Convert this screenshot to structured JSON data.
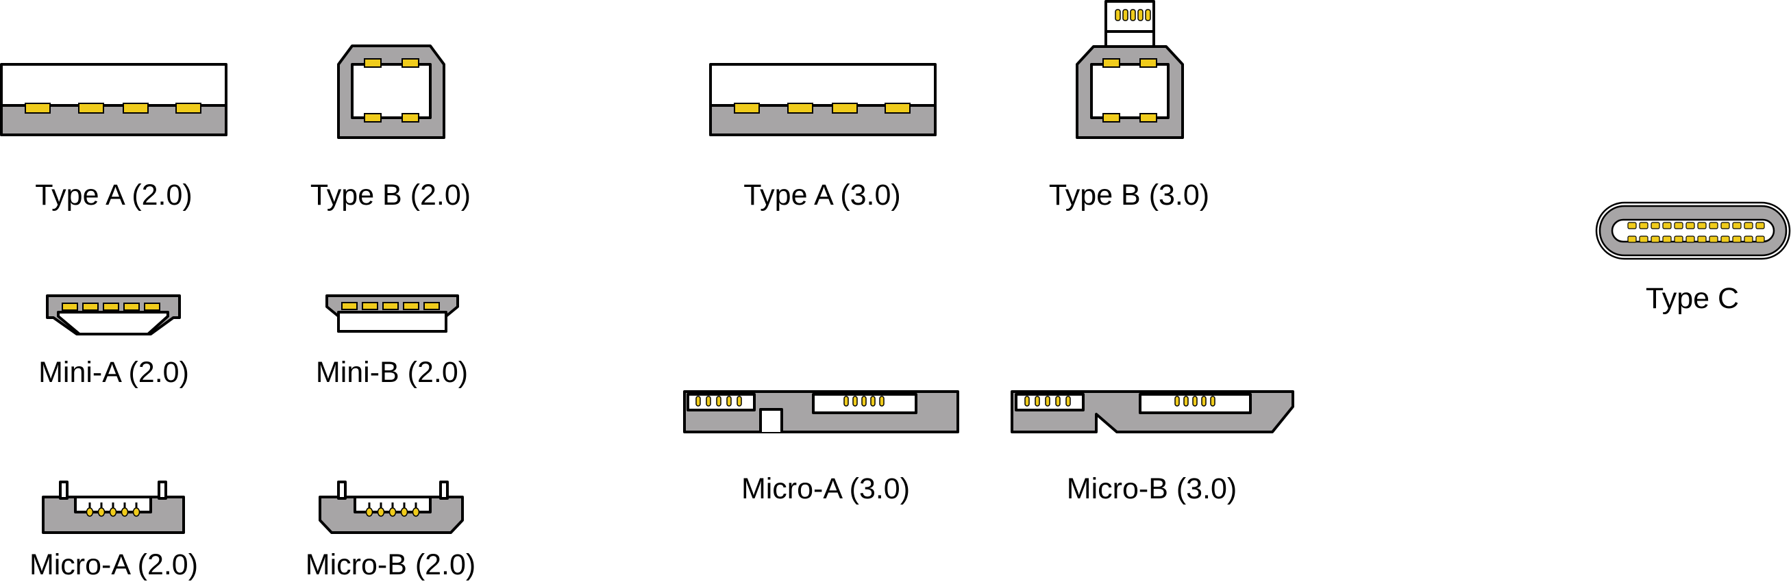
{
  "labels": {
    "type_a_2": "Type A (2.0)",
    "type_b_2": "Type B (2.0)",
    "type_a_3": "Type A (3.0)",
    "type_b_3": "Type B (3.0)",
    "type_c": "Type C",
    "mini_a_2": "Mini-A (2.0)",
    "mini_b_2": "Mini-B (2.0)",
    "micro_a_3": "Micro-A (3.0)",
    "micro_b_3": "Micro-B (3.0)",
    "micro_a_2": "Micro-A (2.0)",
    "micro_b_2": "Micro-B (2.0)"
  },
  "colors": {
    "shell_gray": "#a7a5a6",
    "pin_yellow": "#f0cc1c",
    "outline": "#000000",
    "background": "#ffffff"
  }
}
